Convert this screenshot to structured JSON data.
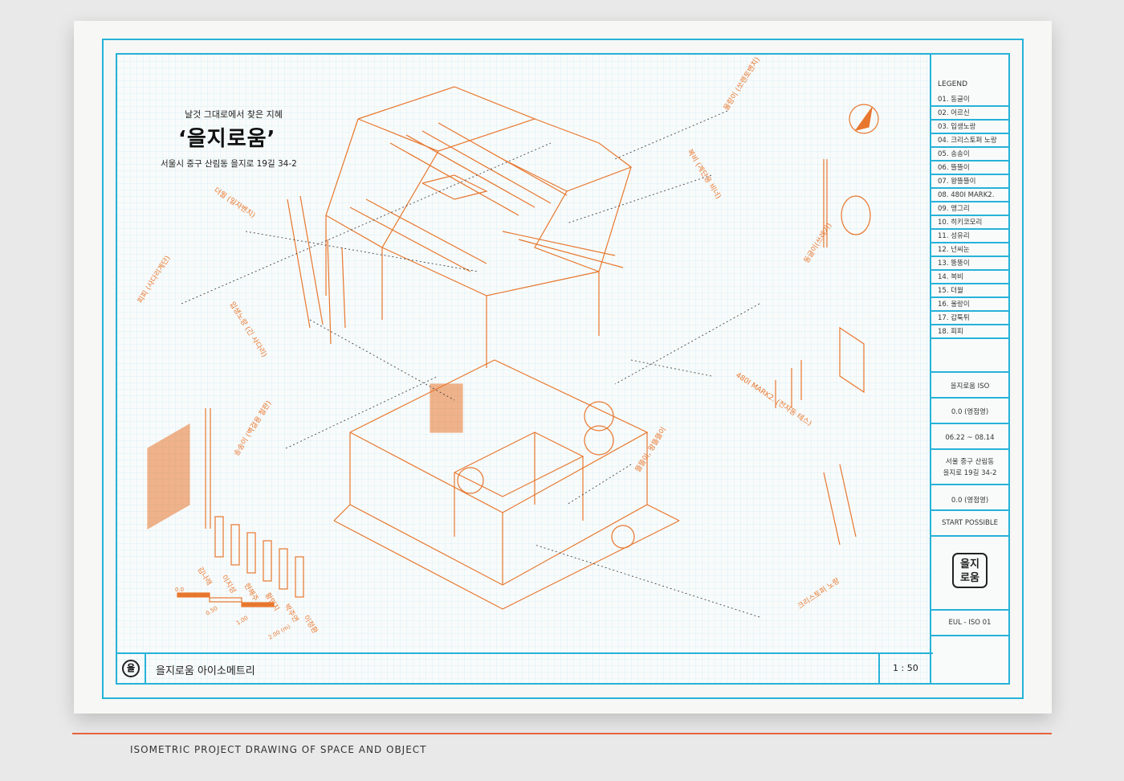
{
  "headline": {
    "subtitle": "날것 그대로에서 찾은 지혜",
    "title": "‘을지로움’",
    "address": "서울시 중구 산림동 을지로 19길 34-2"
  },
  "legend": {
    "title": "LEGEND",
    "items": [
      "01. 동글이",
      "02. 어르신",
      "03. 입생노랑",
      "04. 크리스토퍼 노랑",
      "05. 송송이",
      "06. 뜰뜰이",
      "07. 왕뜰뜰이",
      "08. 480I MARK2.",
      "09. 앵그리",
      "10. 히키코모리",
      "11. 성유리",
      "12. 넌씨눈",
      "13. 뚱뚱이",
      "14. 복비",
      "15. 더월",
      "16. 울랑이",
      "17. 갑툭튀",
      "18. 피피"
    ]
  },
  "info": {
    "project": "을지로움 ISO",
    "scale_value": "0.0 (영점영)",
    "period": "06.22 ~ 08.14",
    "address_line1": "서울 중구 산림동",
    "address_line2": "을지로 19길 34-2",
    "drawn_by": "0.0 (영점영)",
    "status": "START POSSIBLE",
    "logo": "을지\n로움",
    "sheet_no": "EUL - ISO 01"
  },
  "title_bar": {
    "logo": "을",
    "title": "을지로움 아이소메트리",
    "scale": "1 : 50"
  },
  "callouts": {
    "c15": "더월 (일자벤치)",
    "c16": "울랑이 (쏘렌토벤치)",
    "c14": "복비 (계단용 비너)",
    "c1": "동글이(쓰레기)",
    "c18": "피피 (사다리계단)",
    "c3": "입생노랑 (긴 사다리)",
    "c5": "송송이 (벽걸용 철판)",
    "c8": "480I MARK2. (전자동 테스)",
    "c67": "뜰뜰이, 왕뜰뜰이",
    "c4": "크리스토퍼 노랑"
  },
  "people": {
    "names": [
      "김나래",
      "이지성",
      "현해주",
      "황민지",
      "박주연",
      "이정환"
    ],
    "scale_labels": [
      "0.0",
      "0.50",
      "1.00",
      "2.00 (m)"
    ]
  },
  "caption": "ISOMETRIC PROJECT DRAWING OF SPACE AND OBJECT",
  "colors": {
    "frame": "#27b2d8",
    "drawing": "#e8772e",
    "accent": "#e8623b"
  }
}
